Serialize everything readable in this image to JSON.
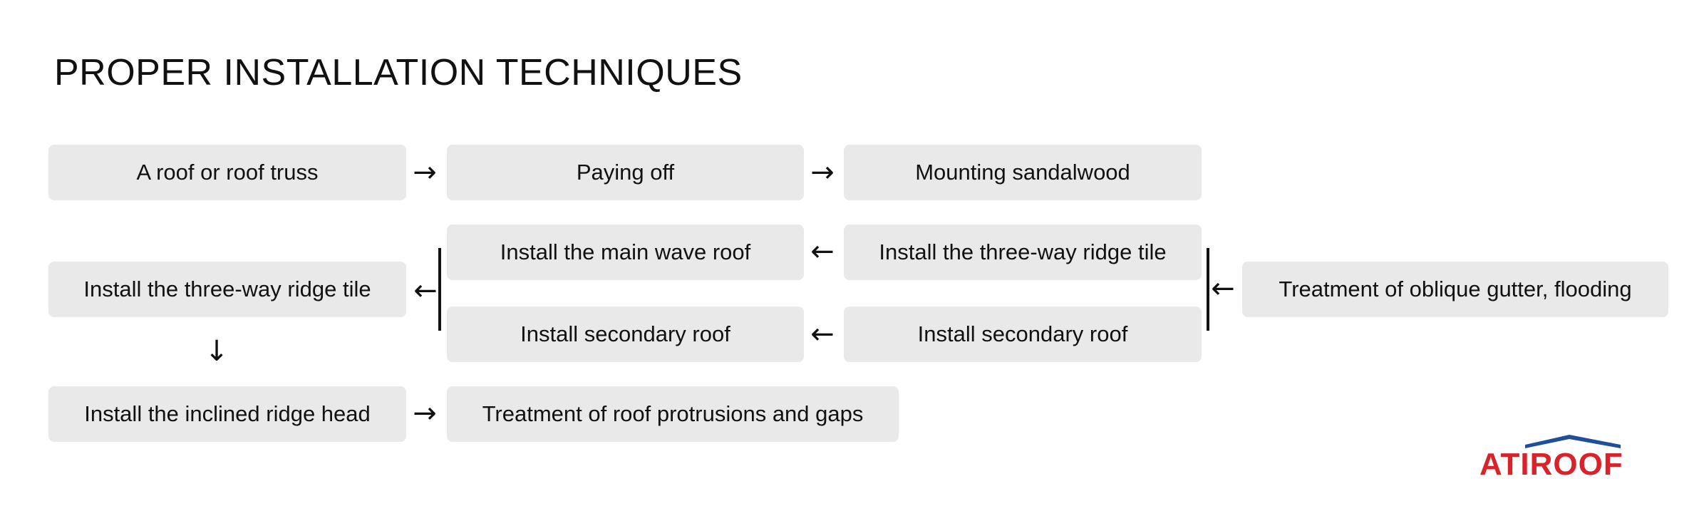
{
  "title": "PROPER INSTALLATION TECHNIQUES",
  "steps": {
    "roof_truss": "A roof or roof truss",
    "paying_off": "Paying off",
    "mounting_sandalwood": "Mounting sandalwood",
    "main_wave_roof": "Install the main wave roof",
    "three_way_ridge_tile_a": "Install the three-way ridge tile",
    "three_way_ridge_tile_b": "Install the three-way ridge tile",
    "oblique_gutter": "Treatment of oblique gutter, flooding",
    "secondary_roof_a": "Install secondary roof",
    "secondary_roof_b": "Install secondary roof",
    "inclined_ridge_head": "Install the inclined ridge head",
    "roof_protrusions": "Treatment of roof protrusions and gaps"
  },
  "arrows": {
    "right": "→",
    "left": "←",
    "down": "↓"
  },
  "logo": {
    "text": "ATIROOF",
    "color": "#d8232a",
    "roof_color": "#1f4e9c"
  }
}
